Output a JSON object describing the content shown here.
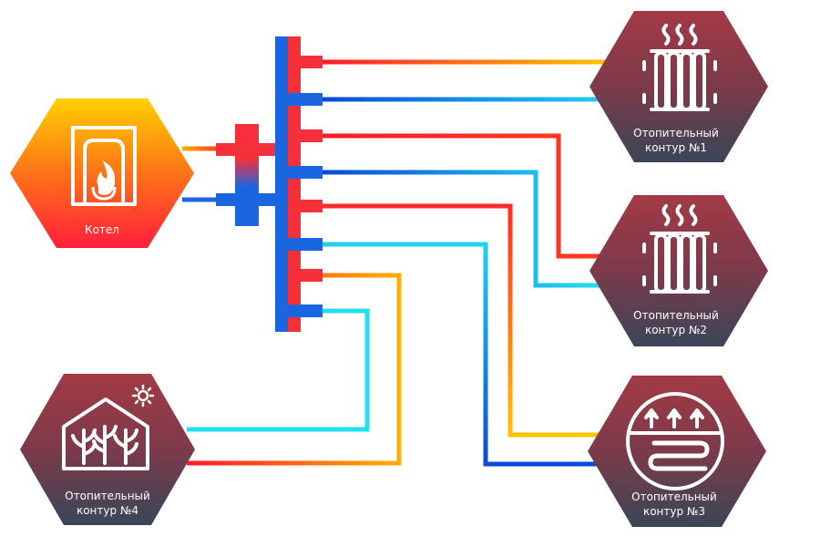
{
  "boiler": {
    "label": "Котел"
  },
  "circuits": [
    {
      "line1": "Отопительный",
      "line2": "контур №1",
      "icon": "radiator-icon"
    },
    {
      "line1": "Отопительный",
      "line2": "контур №2",
      "icon": "radiator-icon"
    },
    {
      "line1": "Отопительный",
      "line2": "контур №3",
      "icon": "underfloor-heating-icon"
    },
    {
      "line1": "Отопительный",
      "line2": "контур №4",
      "icon": "greenhouse-icon"
    }
  ],
  "colors": {
    "hot": "#f5303a",
    "cold": "#1a66e0",
    "orange": "#ffb000",
    "cyan": "#22e0f0",
    "circuit_top": "#a33a45",
    "circuit_bottom": "#3a4658",
    "boiler_top": "#ffd000",
    "boiler_bottom": "#ff1f3c"
  }
}
